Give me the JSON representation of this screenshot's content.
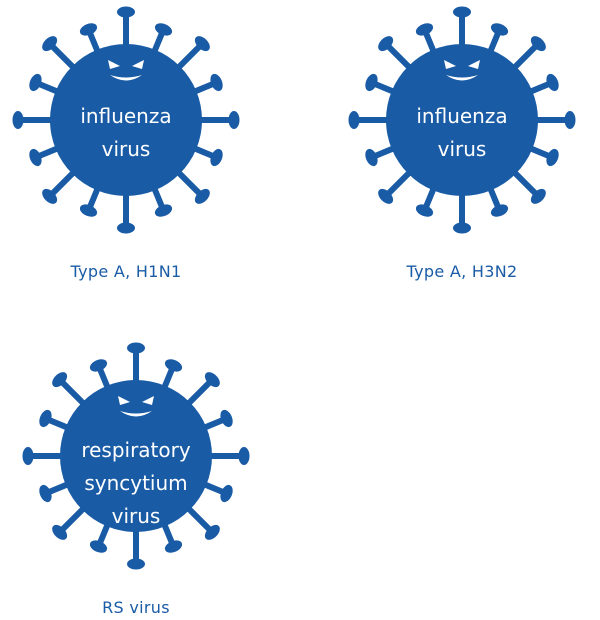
{
  "colors": {
    "virus_fill": "#1a5ba6",
    "label_text": "#ffffff",
    "caption_text": "#1a5ba6"
  },
  "icons": {
    "virus": "spiked-virus-icon",
    "face": "angry-face-icon"
  },
  "viruses": [
    {
      "lines": [
        "influenza",
        "virus"
      ],
      "caption": "Type A, H1N1"
    },
    {
      "lines": [
        "influenza",
        "virus"
      ],
      "caption": "Type A, H3N2"
    },
    {
      "lines": [
        "respiratory",
        "syncytium",
        "virus"
      ],
      "caption": "RS virus"
    }
  ]
}
